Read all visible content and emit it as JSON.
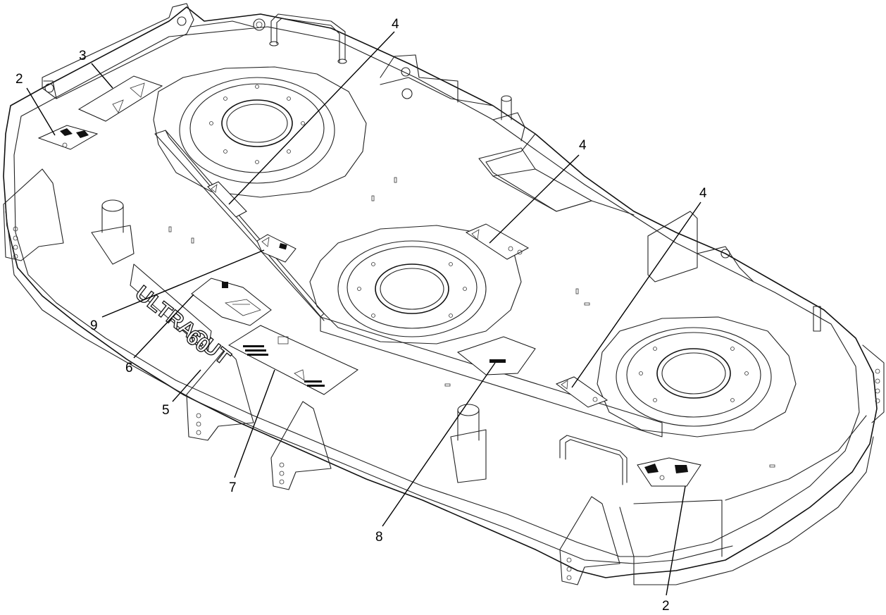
{
  "callouts": [
    {
      "id": "c1",
      "label": "2"
    },
    {
      "id": "c2",
      "label": "3"
    },
    {
      "id": "c3",
      "label": "4"
    },
    {
      "id": "c4",
      "label": "4"
    },
    {
      "id": "c5",
      "label": "4"
    },
    {
      "id": "c6",
      "label": "9"
    },
    {
      "id": "c7",
      "label": "6"
    },
    {
      "id": "c8",
      "label": "5"
    },
    {
      "id": "c9",
      "label": "7"
    },
    {
      "id": "c10",
      "label": "8"
    },
    {
      "id": "c11",
      "label": "2"
    }
  ],
  "brand": {
    "name": "ULTRACUT",
    "size": "60"
  }
}
